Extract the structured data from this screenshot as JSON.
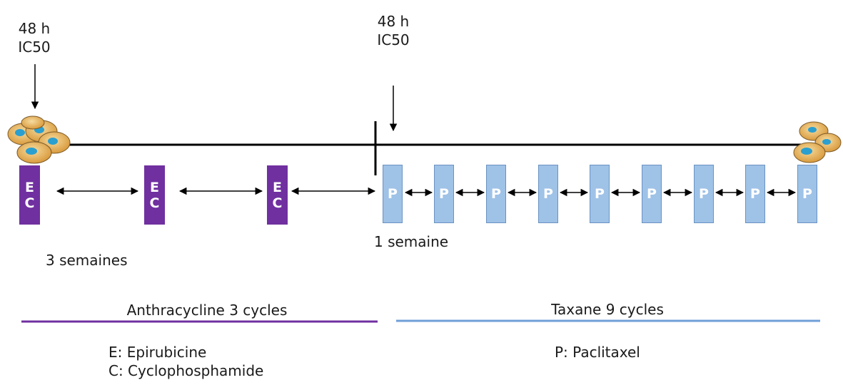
{
  "timepoints": [
    {
      "line1": "48 h",
      "line2": "IC50"
    },
    {
      "line1": "48 h",
      "line2": "IC50"
    }
  ],
  "anthracycline": {
    "box_lines": [
      "E",
      "C"
    ],
    "box_count": 3,
    "interval_label": "3 semaines",
    "phase_label": "Anthracycline  3 cycles",
    "legend": [
      "E: Epirubicine",
      "C: Cyclophosphamide"
    ],
    "color": "#7030a0"
  },
  "taxane": {
    "box_letter": "P",
    "box_count": 9,
    "interval_label": "1 semaine",
    "phase_label": "Taxane  9 cycles",
    "legend": [
      "P: Paclitaxel"
    ],
    "color": "#9fc2e7"
  },
  "icons": [
    "tumor-cells-cluster-icon",
    "tumor-cells-small-cluster-icon",
    "down-arrow-icon",
    "double-headed-arrow-icon"
  ],
  "colors": {
    "timeline": "#000000",
    "cell_fill": "#e8b867",
    "cell_nucleus": "#2a9fd0"
  }
}
